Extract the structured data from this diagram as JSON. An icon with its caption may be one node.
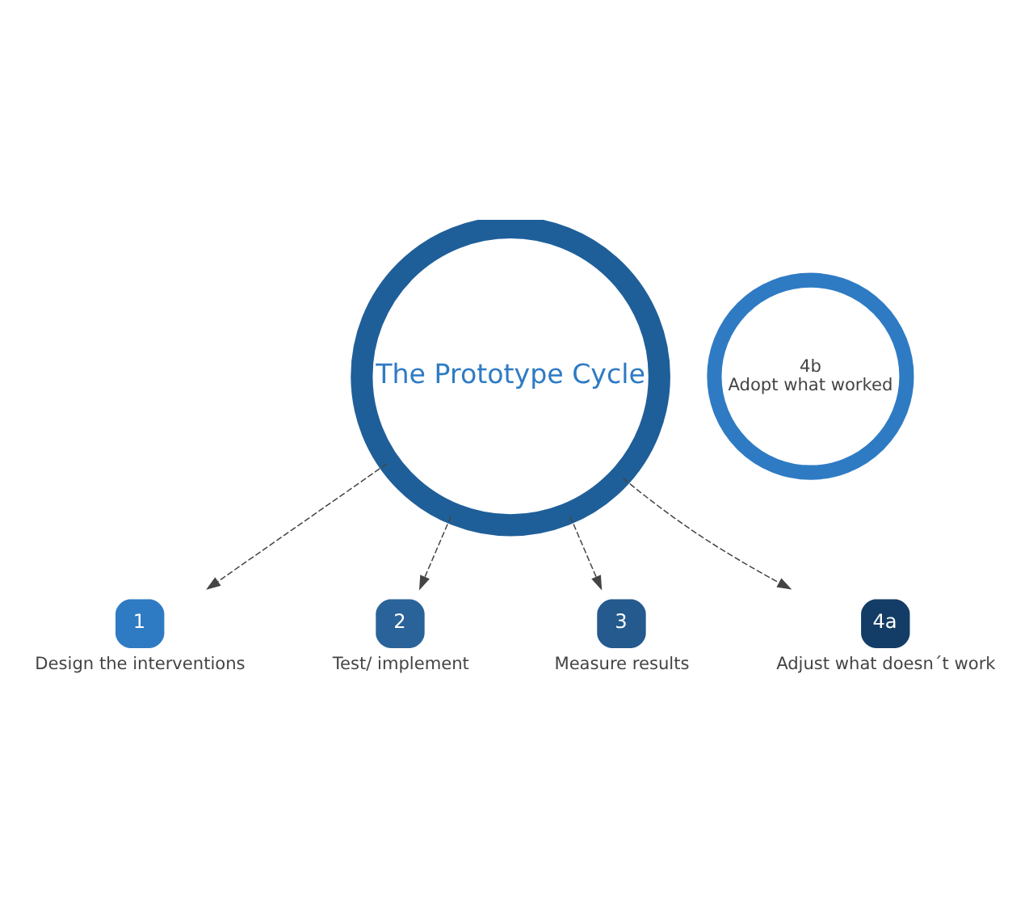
{
  "diagram": {
    "nodes": [
      {
        "text": [
          "The Prototype Cycle"
        ]
      },
      {
        "text": [
          "1"
        ],
        "beside": [
          "Design the interventions"
        ]
      },
      {
        "text": [
          "2"
        ],
        "beside": [
          "Test/ implement"
        ]
      },
      {
        "text": [
          "3"
        ],
        "beside": [
          "Measure results"
        ]
      },
      {
        "text": [
          "4a"
        ],
        "beside": [
          "Adjust what doesn´t work"
        ]
      },
      {
        "text": [
          "4b",
          "Adopt what worked"
        ]
      }
    ],
    "edges": [
      {
        "from": 0,
        "to": 1,
        "arrow": "to",
        "style": "dashed"
      },
      {
        "from": 0,
        "to": 2,
        "arrow": "to",
        "style": "dashed"
      },
      {
        "from": 0,
        "to": 3,
        "arrow": "to",
        "style": "dashed"
      },
      {
        "from": 0,
        "to": 4,
        "arrow": "to",
        "style": "dashed"
      }
    ]
  }
}
